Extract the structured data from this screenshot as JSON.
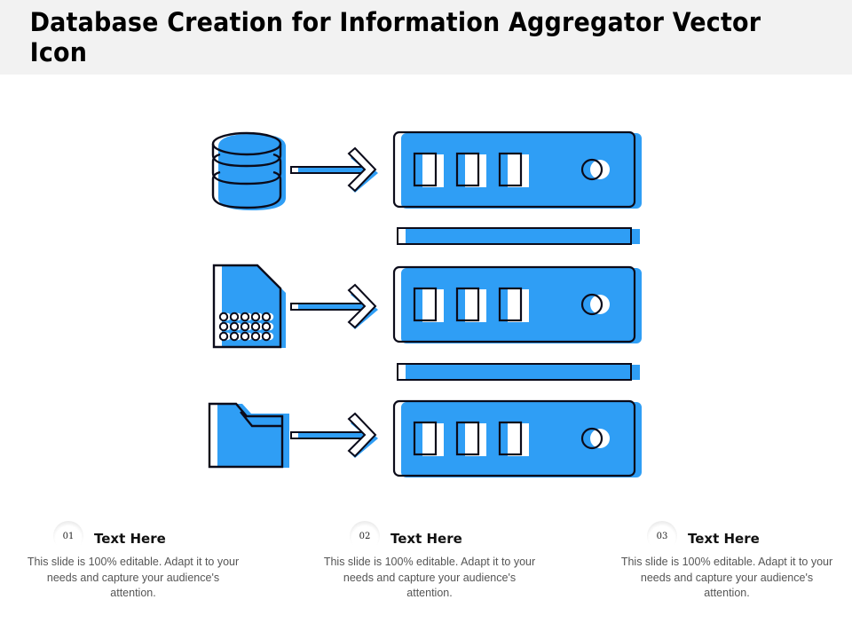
{
  "title": "Database Creation for Information Aggregator Vector Icon",
  "colors": {
    "accent": "#2f9ef5",
    "outline": "#0b0b1a",
    "title_bg": "#f2f2f2",
    "body_text": "#555555"
  },
  "diagram": {
    "sources": [
      {
        "icon": "database-icon",
        "label": "Database"
      },
      {
        "icon": "file-icon",
        "label": "Data file"
      },
      {
        "icon": "folder-icon",
        "label": "Folder"
      }
    ],
    "arrows": 3,
    "servers": 3,
    "server_slots_per_unit": 3,
    "connector_bars": 2
  },
  "captions": [
    {
      "number": "01",
      "heading": "Text Here",
      "body": "This slide is 100% editable. Adapt it to your needs and capture your audience's attention."
    },
    {
      "number": "02",
      "heading": "Text Here",
      "body": "This slide is 100% editable. Adapt it to your needs and capture your audience's attention."
    },
    {
      "number": "03",
      "heading": "Text Here",
      "body": "This slide is 100% editable. Adapt it to your needs and capture your audience's attention."
    }
  ]
}
